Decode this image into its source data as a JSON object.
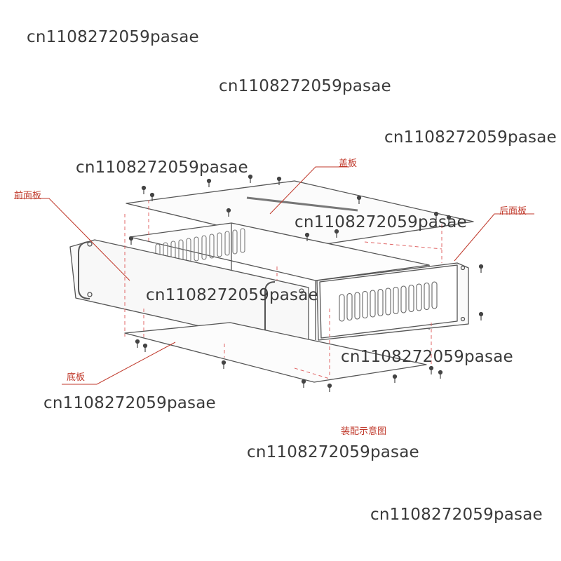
{
  "labels": {
    "front_panel": "前面板",
    "cover_panel": "盖板",
    "rear_panel": "后面板",
    "bottom_panel": "底板",
    "caption": "装配示意图"
  },
  "watermark": "cn1108272059pasae",
  "colors": {
    "label_red": "#c0392b",
    "line_gray": "#555555",
    "dash_red": "#e06666",
    "watermark": "#3a3a3a"
  }
}
